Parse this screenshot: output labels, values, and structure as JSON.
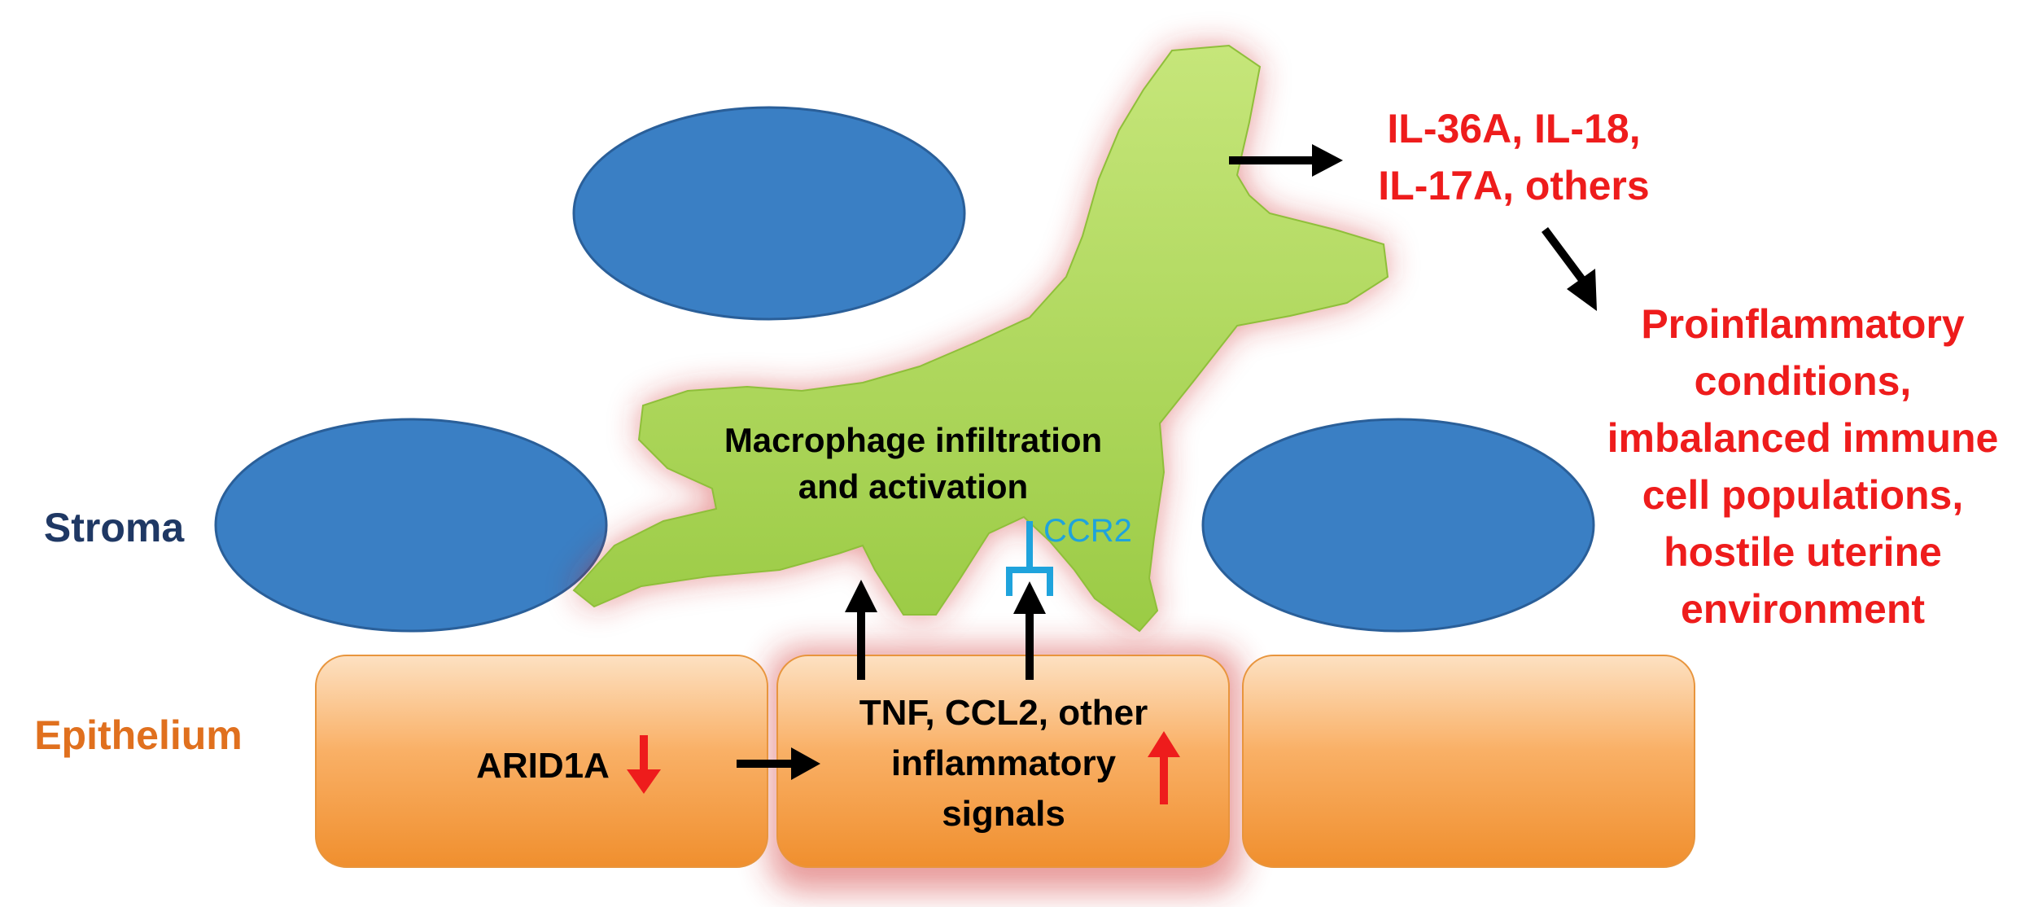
{
  "labels": {
    "stroma": "Stroma",
    "epithelium": "Epithelium",
    "macrophage_line1": "Macrophage infiltration",
    "macrophage_line2": "and activation",
    "ccr2": "CCR2",
    "arid1a": "ARID1A",
    "signals_line1": "TNF, CCL2, other",
    "signals_line2": "inflammatory",
    "signals_line3": "signals",
    "cytokines_line1": "IL-36A, IL-18,",
    "cytokines_line2": "IL-17A, others",
    "outcome_line1": "Proinflammatory",
    "outcome_line2": "conditions,",
    "outcome_line3": "imbalanced immune",
    "outcome_line4": "cell populations,",
    "outcome_line5": "hostile uterine",
    "outcome_line6": "environment"
  },
  "colors": {
    "stroma_label": "#1f3864",
    "epithelium_label": "#e0701e",
    "cell_fill": "#3a7fc4",
    "macrophage_fill": "#a6d34f",
    "glow": "#cc2222",
    "epithelial_fill": "#f7a04a",
    "ccr2": "#1fa3dc",
    "red_text": "#ee1c1c",
    "arrow": "#000000",
    "down_arrow": "#ee1c1c",
    "up_arrow": "#ee1c1c"
  }
}
